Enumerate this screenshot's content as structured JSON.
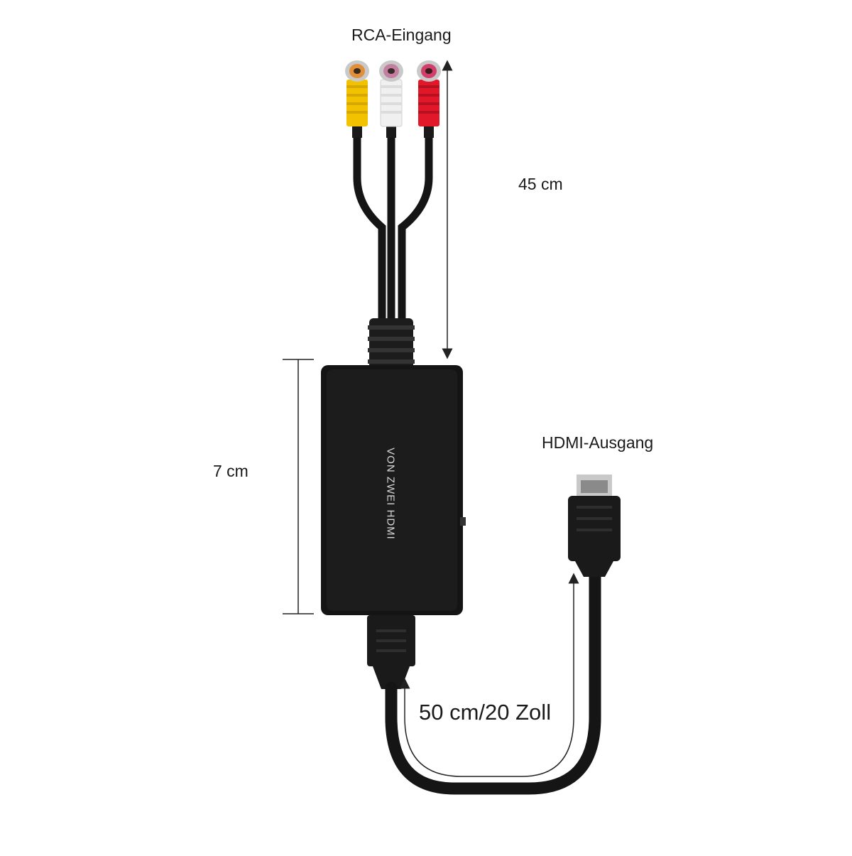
{
  "labels": {
    "rca_input": "RCA-Eingang",
    "length_45": "45 cm",
    "length_7": "7 cm",
    "hdmi_output": "HDMI-Ausgang",
    "cable_length": "50 cm/20 Zoll"
  },
  "device": {
    "brand_text": "VON ZWEI HDMI"
  },
  "colors": {
    "rca_yellow": "#f2c200",
    "rca_white": "#f0f0f0",
    "rca_red": "#e0182a",
    "body_black": "#141414",
    "background": "#ffffff"
  }
}
